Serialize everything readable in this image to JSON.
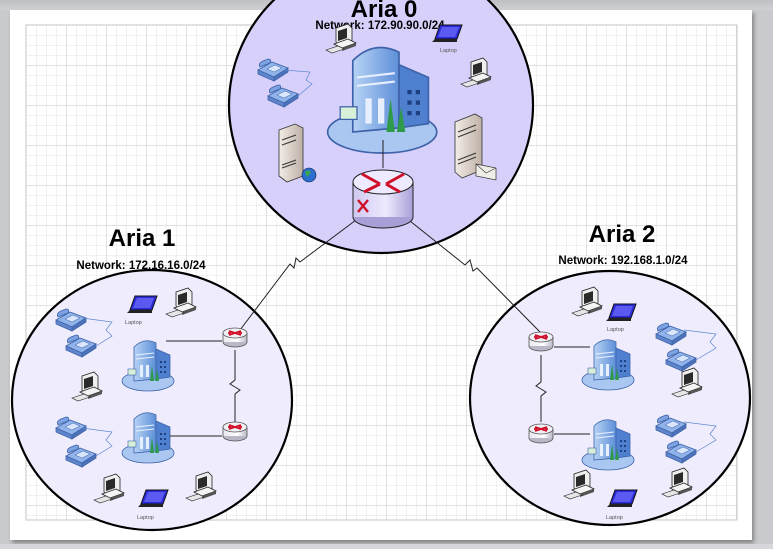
{
  "diagram": {
    "areas": [
      {
        "id": "aria0",
        "title": "Aria 0",
        "network_label": "Network: 172.90.90.0/24",
        "fill": "#d7d0fb"
      },
      {
        "id": "aria1",
        "title": "Aria 1",
        "network_label": "Network: 172.16.16.0/24",
        "fill": "#efedfd"
      },
      {
        "id": "aria2",
        "title": "Aria 2",
        "network_label": "Network: 192.168.1.0/24",
        "fill": "#efedfd"
      }
    ],
    "laptop_label": "Laptop",
    "colors": {
      "area0_fill": "#d7d0fb",
      "area_fill": "#efedfd",
      "grid": "#d4d4d4",
      "router_arrow": "#d0102a",
      "building": "#7aa6e6",
      "phone": "#6d95d8",
      "laptop_screen": "#3a3ae0",
      "canvas_bg": "#c9cacd"
    },
    "links": [
      {
        "from": "aria0-router",
        "to": "aria1-router-top",
        "type": "serial"
      },
      {
        "from": "aria0-router",
        "to": "aria2-router-top",
        "type": "serial"
      },
      {
        "from": "aria1-router-top",
        "to": "aria1-router-bottom",
        "type": "serial"
      },
      {
        "from": "aria2-router-top",
        "to": "aria2-router-bottom",
        "type": "serial"
      }
    ]
  }
}
